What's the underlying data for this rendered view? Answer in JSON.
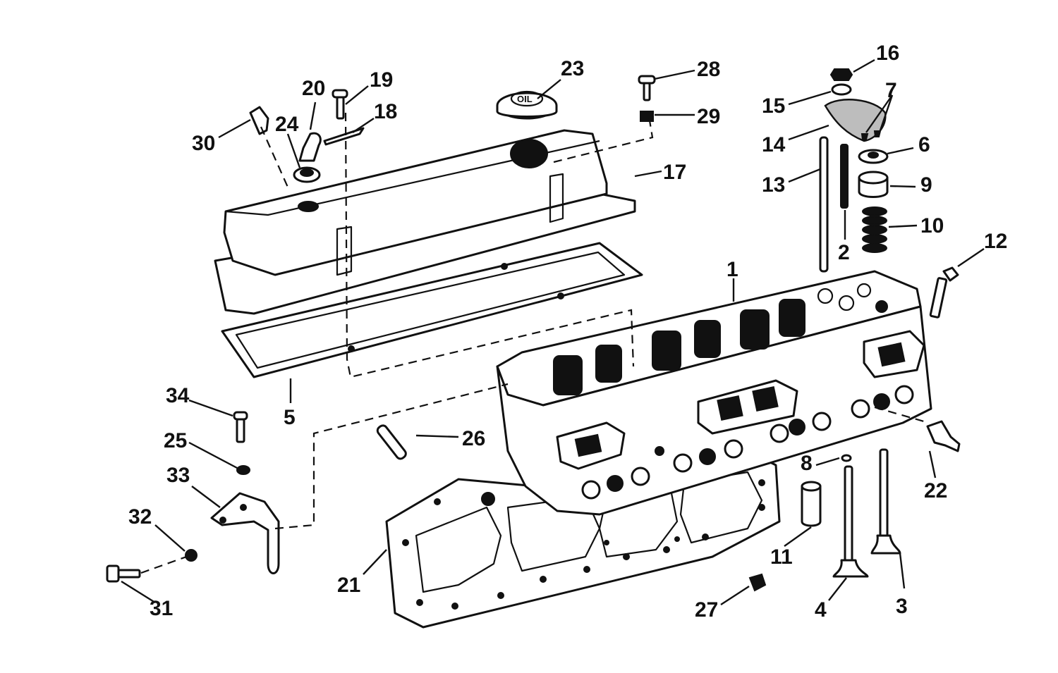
{
  "cap_text": "OIL",
  "colors": {
    "ink": "#111111",
    "paper": "#ffffff",
    "shade": "#bdbdbd"
  },
  "callouts": [
    {
      "id": "1",
      "label": "1"
    },
    {
      "id": "2",
      "label": "2"
    },
    {
      "id": "3",
      "label": "3"
    },
    {
      "id": "4",
      "label": "4"
    },
    {
      "id": "5",
      "label": "5"
    },
    {
      "id": "6",
      "label": "6"
    },
    {
      "id": "7",
      "label": "7"
    },
    {
      "id": "8",
      "label": "8"
    },
    {
      "id": "9",
      "label": "9"
    },
    {
      "id": "10",
      "label": "10"
    },
    {
      "id": "11",
      "label": "11"
    },
    {
      "id": "12",
      "label": "12"
    },
    {
      "id": "13",
      "label": "13"
    },
    {
      "id": "14",
      "label": "14"
    },
    {
      "id": "15",
      "label": "15"
    },
    {
      "id": "16",
      "label": "16"
    },
    {
      "id": "17",
      "label": "17"
    },
    {
      "id": "18",
      "label": "18"
    },
    {
      "id": "19",
      "label": "19"
    },
    {
      "id": "20",
      "label": "20"
    },
    {
      "id": "21",
      "label": "21"
    },
    {
      "id": "22",
      "label": "22"
    },
    {
      "id": "23",
      "label": "23"
    },
    {
      "id": "24",
      "label": "24"
    },
    {
      "id": "25",
      "label": "25"
    },
    {
      "id": "26",
      "label": "26"
    },
    {
      "id": "27",
      "label": "27"
    },
    {
      "id": "28",
      "label": "28"
    },
    {
      "id": "29",
      "label": "29"
    },
    {
      "id": "30",
      "label": "30"
    },
    {
      "id": "31",
      "label": "31"
    },
    {
      "id": "32",
      "label": "32"
    },
    {
      "id": "33",
      "label": "33"
    },
    {
      "id": "34",
      "label": "34"
    }
  ]
}
